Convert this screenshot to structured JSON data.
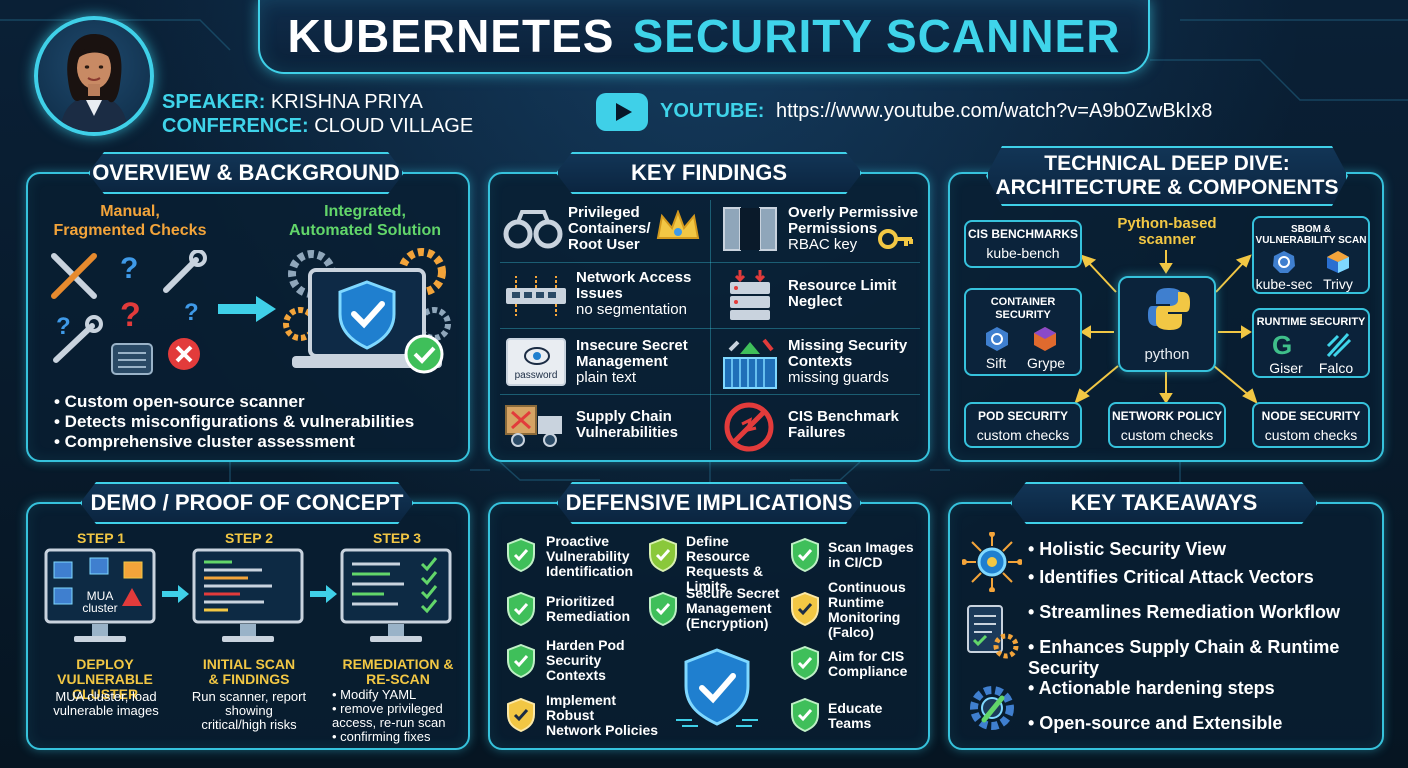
{
  "header": {
    "title_white": "KUBERNETES",
    "title_cyan": "SECURITY SCANNER",
    "speaker_key": "SPEAKER:",
    "speaker_val": "KRISHNA PRIYA",
    "conference_key": "CONFERENCE:",
    "conference_val": "CLOUD VILLAGE",
    "youtube_key": "YOUTUBE:",
    "youtube_url": "https://www.youtube.com/watch?v=A9b0ZwBkIx8"
  },
  "overview": {
    "title": "OVERVIEW & BACKGROUND",
    "left_label": "Manual,\nFragmented Checks",
    "right_label": "Integrated,\nAutomated Solution",
    "bullets": [
      "• Custom open-source scanner",
      "• Detects misconfigurations & vulnerabilities",
      "• Comprehensive cluster assessment"
    ]
  },
  "findings": {
    "title": "KEY FINDINGS",
    "items": [
      {
        "t": "Privileged\nContainers/\nRoot User",
        "d": ""
      },
      {
        "t": "Overly Permissive\nPermissions",
        "d": "RBAC key"
      },
      {
        "t": "Network Access\nIssues",
        "d": "no segmentation"
      },
      {
        "t": "Resource Limit\nNeglect",
        "d": ""
      },
      {
        "t": "Insecure Secret\nManagement",
        "d": "plain text"
      },
      {
        "t": "Missing Security\nContexts",
        "d": "missing guards"
      },
      {
        "t": "Supply Chain\nVulnerabilities",
        "d": ""
      },
      {
        "t": "CIS Benchmark\nFailures",
        "d": ""
      }
    ],
    "password_label": "password"
  },
  "tech": {
    "title": "TECHNICAL DEEP DIVE:\nARCHITECTURE & COMPONENTS",
    "python_label": "Python-based\nscanner",
    "python_text": "python",
    "cis_h": "CIS BENCHMARKS",
    "cis_s": "kube-bench",
    "sbom_h": "SBOM &\nVULNERABILITY SCAN",
    "sbom_tools": [
      "kube-sec",
      "Trivy"
    ],
    "container_h": "CONTAINER\nSECURITY",
    "container_tools": [
      "Sift",
      "Grype"
    ],
    "runtime_h": "RUNTIME SECURITY",
    "runtime_tools": [
      "Giser",
      "Falco"
    ],
    "pod_h": "POD SECURITY",
    "pod_s": "custom checks",
    "net_h": "NETWORK POLICY",
    "net_s": "custom checks",
    "node_h": "NODE SECURITY",
    "node_s": "custom checks"
  },
  "demo": {
    "title": "DEMO / PROOF OF CONCEPT",
    "steps": [
      {
        "label": "STEP 1",
        "title": "DEPLOY VULNERABLE\nCLUSTER",
        "desc": "MUA cluster, load\nvulnerable images",
        "screen": "MUA\ncluster"
      },
      {
        "label": "STEP 2",
        "title": "INITIAL SCAN\n& FINDINGS",
        "desc": "Run scanner, report\nshowing\ncritical/high risks"
      },
      {
        "label": "STEP 3",
        "title": "REMEDIATION &\nRE-SCAN",
        "desc": "• Modify YAML\n• remove privileged\naccess, re-run scan\n• confirming fixes"
      }
    ]
  },
  "defensive": {
    "title": "DEFENSIVE IMPLICATIONS",
    "items": [
      "Proactive\nVulnerability\nIdentification",
      "Prioritized\nRemediation",
      "Harden Pod\nSecurity\nContexts",
      "Implement\nRobust\nNetwork Policies",
      "Define Resource\nRequests &\nLimits",
      "Secure Secret\nManagement\n(Encryption)",
      "Scan Images\nin CI/CD",
      "Continuous\nRuntime\nMonitoring\n(Falco)",
      "Aim for CIS\nCompliance",
      "Educate\nTeams"
    ]
  },
  "takeaways": {
    "title": "KEY TAKEAWAYS",
    "items": [
      "• Holistic Security View",
      "• Identifies Critical Attack Vectors",
      "• Streamlines Remediation Workflow",
      "• Enhances Supply Chain & Runtime Security",
      "• Actionable hardening steps",
      "• Open-source and Extensible"
    ]
  },
  "colors": {
    "accent": "#3fd4ea",
    "orange": "#f3a43a",
    "green": "#62d66a",
    "yellow": "#f2c744",
    "red": "#e23b3b"
  }
}
